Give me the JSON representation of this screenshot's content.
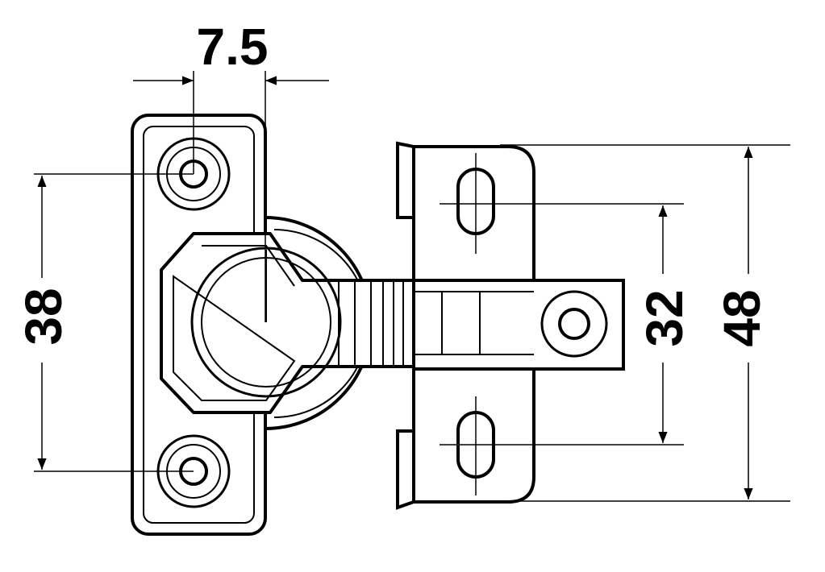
{
  "dimensions": {
    "hole_offset": "7.5",
    "plate_hole_spacing": "38",
    "mounting_slot_spacing": "32",
    "mounting_plate_height": "48"
  },
  "colors": {
    "line": "#000000",
    "background": "#ffffff"
  }
}
